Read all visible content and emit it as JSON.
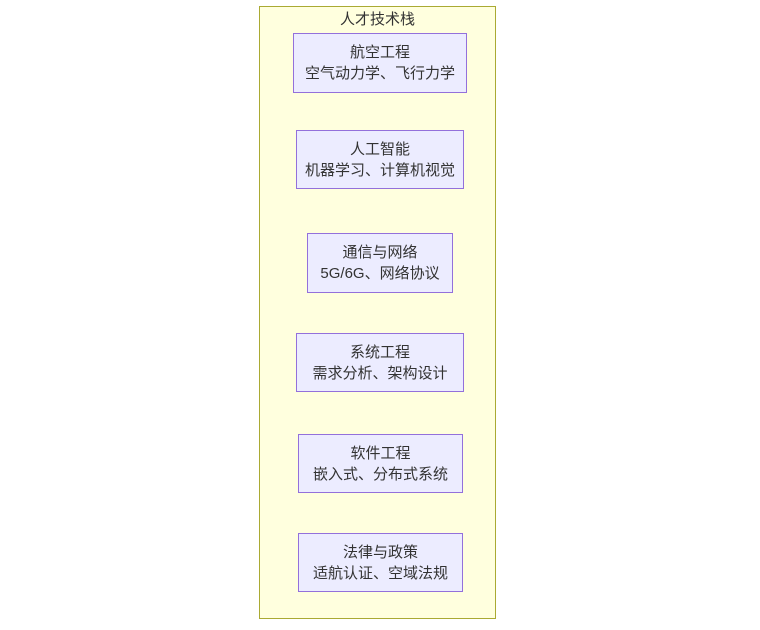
{
  "diagram": {
    "container_title": "人才技术栈",
    "colors": {
      "cluster_fill": "#ffffde",
      "cluster_border": "#aaaa33",
      "node_fill": "#ececff",
      "node_border": "#9370db",
      "text": "#333333"
    },
    "nodes": [
      {
        "title": "航空工程",
        "subtitle": "空气动力学、飞行力学"
      },
      {
        "title": "人工智能",
        "subtitle": "机器学习、计算机视觉"
      },
      {
        "title": "通信与网络",
        "subtitle": "5G/6G、网络协议"
      },
      {
        "title": "系统工程",
        "subtitle": "需求分析、架构设计"
      },
      {
        "title": "软件工程",
        "subtitle": "嵌入式、分布式系统"
      },
      {
        "title": "法律与政策",
        "subtitle": "适航认证、空域法规"
      }
    ]
  }
}
